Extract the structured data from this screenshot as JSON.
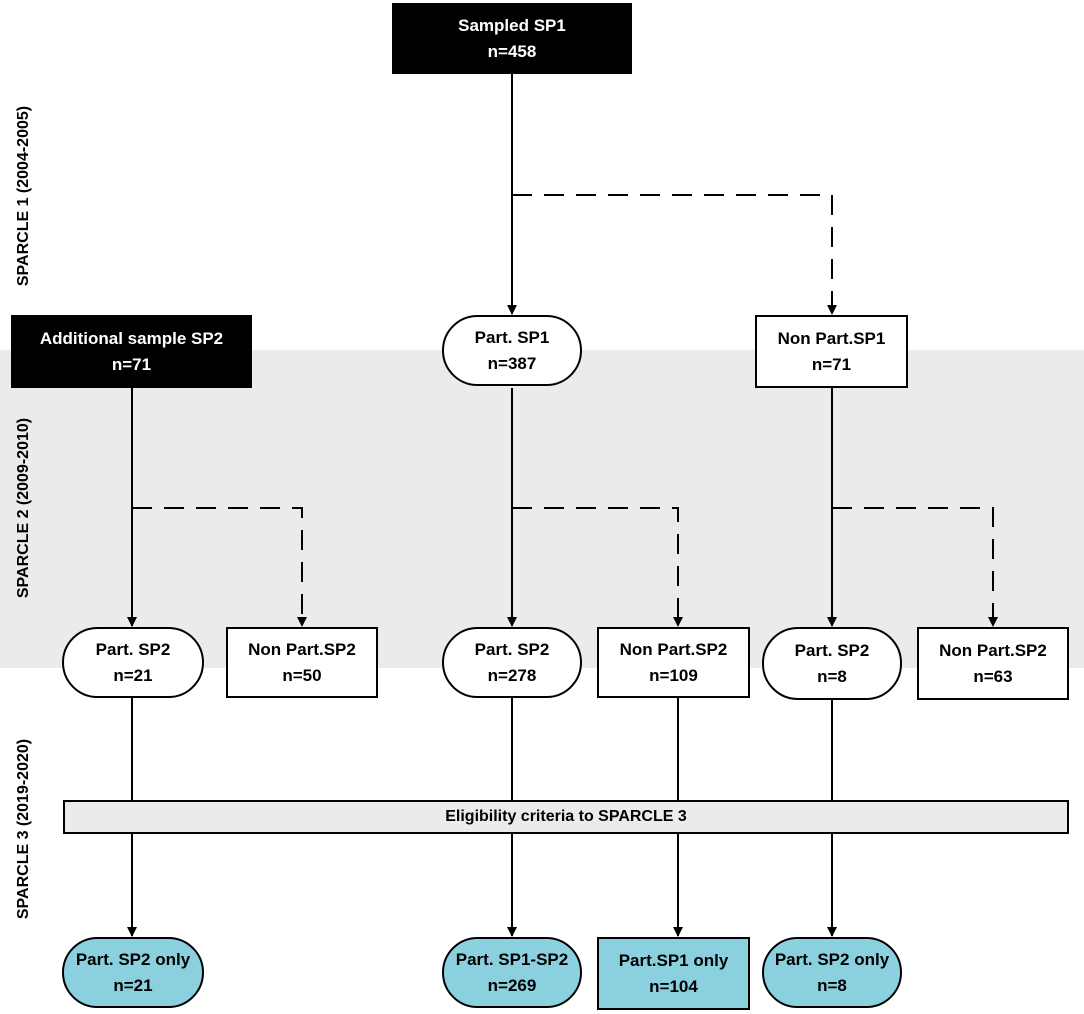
{
  "phases": {
    "sp1": "SPARCLE 1 (2004-2005)",
    "sp2": "SPARCLE 2 (2009-2010)",
    "sp3": "SPARCLE 3 (2019-2020)"
  },
  "nodes": {
    "sampled_sp1": {
      "label": "Sampled SP1",
      "n": "n=458"
    },
    "additional_sp2": {
      "label": "Additional sample SP2",
      "n": "n=71"
    },
    "part_sp1": {
      "label": "Part. SP1",
      "n": "n=387"
    },
    "nonpart_sp1": {
      "label": "Non Part.SP1",
      "n": "n=71"
    },
    "a_part_sp2": {
      "label": "Part. SP2",
      "n": "n=21"
    },
    "a_nonpart_sp2": {
      "label": "Non Part.SP2",
      "n": "n=50"
    },
    "b_part_sp2": {
      "label": "Part. SP2",
      "n": "n=278"
    },
    "b_nonpart_sp2": {
      "label": "Non Part.SP2",
      "n": "n=109"
    },
    "c_part_sp2": {
      "label": "Part. SP2",
      "n": "n=8"
    },
    "c_nonpart_sp2": {
      "label": "Non Part.SP2",
      "n": "n=63"
    },
    "eligibility": {
      "label": "Eligibility criteria to SPARCLE 3"
    },
    "final_sp2_only_a": {
      "label": "Part. SP2 only",
      "n": "n=21"
    },
    "final_sp1_sp2": {
      "label": "Part. SP1-SP2",
      "n": "n=269"
    },
    "final_sp1_only": {
      "label": "Part.SP1 only",
      "n": "n=104"
    },
    "final_sp2_only_c": {
      "label": "Part. SP2 only",
      "n": "n=8"
    }
  },
  "colors": {
    "black_box": "#000000",
    "band": "#ebebeb",
    "final_box": "#8ad0df"
  }
}
